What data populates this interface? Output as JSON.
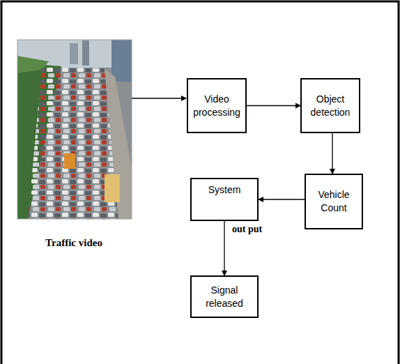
{
  "diagram": {
    "nodes": [
      {
        "text": [
          "Video processing"
        ]
      },
      {
        "text": [
          "Object detection"
        ]
      },
      {
        "text": [
          "Vehicle Count"
        ]
      },
      {
        "text": [
          "System"
        ]
      },
      {
        "text": [
          "Signal released"
        ]
      }
    ],
    "edges": [
      {
        "from": 0,
        "to": 1,
        "arrow": "to"
      },
      {
        "from": 1,
        "to": 2,
        "arrow": "to"
      },
      {
        "from": 2,
        "to": 3,
        "arrow": "to"
      },
      {
        "from": 3,
        "to": 4,
        "label": "out put",
        "arrow": "to"
      }
    ],
    "labels": [
      "Traffic video"
    ]
  }
}
